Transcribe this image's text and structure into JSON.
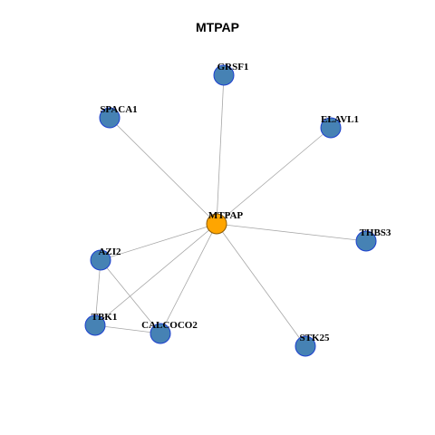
{
  "title": "MTPAP",
  "colors": {
    "hub_fill": "#FFA500",
    "hub_stroke": "#8B5A00",
    "node_fill": "#4682B4",
    "node_stroke": "#1C3FCF",
    "edge": "#A6A6A6"
  },
  "nodes": [
    {
      "id": "MTPAP",
      "label": "MTPAP",
      "hub": true
    },
    {
      "id": "GRSF1",
      "label": "GRSF1",
      "hub": false
    },
    {
      "id": "SPACA1",
      "label": "SPACA1",
      "hub": false
    },
    {
      "id": "ELAVL1",
      "label": "ELAVL1",
      "hub": false
    },
    {
      "id": "THBS3",
      "label": "THBS3",
      "hub": false
    },
    {
      "id": "AZI2",
      "label": "AZI2",
      "hub": false
    },
    {
      "id": "TBK1",
      "label": "TBK1",
      "hub": false
    },
    {
      "id": "CALCOCO2",
      "label": "CALCOCO2",
      "hub": false
    },
    {
      "id": "STK25",
      "label": "STK25",
      "hub": false
    }
  ],
  "edges": [
    [
      "MTPAP",
      "GRSF1"
    ],
    [
      "MTPAP",
      "SPACA1"
    ],
    [
      "MTPAP",
      "ELAVL1"
    ],
    [
      "MTPAP",
      "THBS3"
    ],
    [
      "MTPAP",
      "AZI2"
    ],
    [
      "MTPAP",
      "TBK1"
    ],
    [
      "MTPAP",
      "CALCOCO2"
    ],
    [
      "MTPAP",
      "STK25"
    ],
    [
      "AZI2",
      "TBK1"
    ],
    [
      "AZI2",
      "CALCOCO2"
    ],
    [
      "TBK1",
      "CALCOCO2"
    ]
  ]
}
